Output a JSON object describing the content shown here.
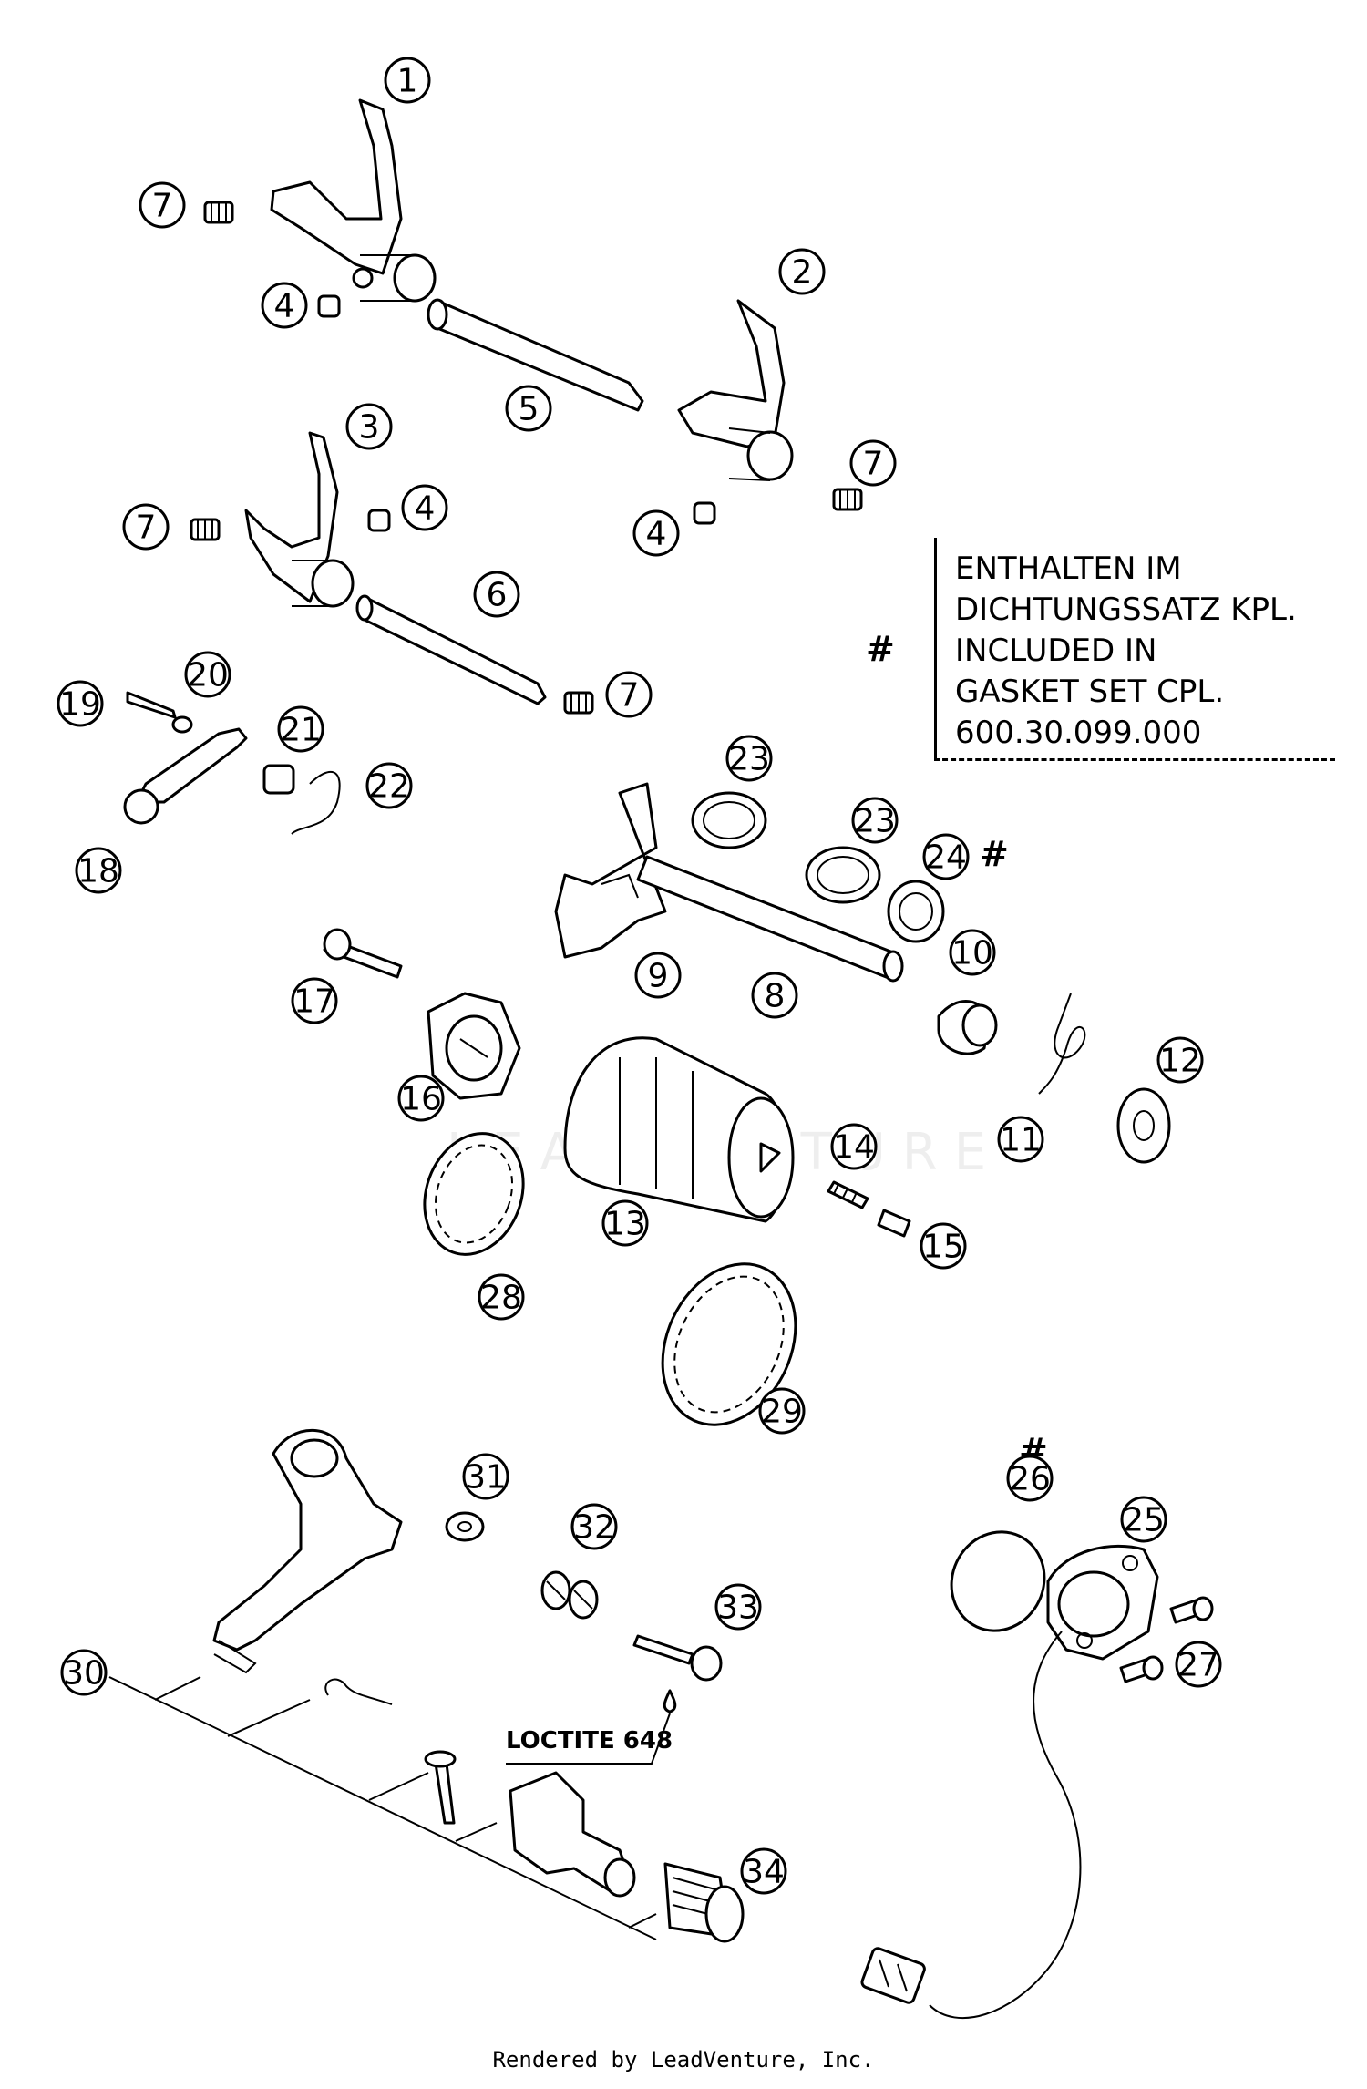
{
  "note": {
    "symbol": "#",
    "lines": [
      "ENTHALTEN IM",
      "DICHTUNGSSATZ KPL.",
      "INCLUDED IN",
      "GASKET SET CPL.",
      "600.30.099.000"
    ]
  },
  "hash_marks": [
    "#",
    "#",
    "#"
  ],
  "loctite_label": "LOCTITE 648",
  "watermark": "LEADVENTURE",
  "footer": "Rendered by LeadVenture, Inc.",
  "callouts": [
    {
      "id": "1",
      "label": "1"
    },
    {
      "id": "2",
      "label": "2"
    },
    {
      "id": "3",
      "label": "3"
    },
    {
      "id": "4a",
      "label": "4"
    },
    {
      "id": "4b",
      "label": "4"
    },
    {
      "id": "4c",
      "label": "4"
    },
    {
      "id": "5",
      "label": "5"
    },
    {
      "id": "6",
      "label": "6"
    },
    {
      "id": "7a",
      "label": "7"
    },
    {
      "id": "7b",
      "label": "7"
    },
    {
      "id": "7c",
      "label": "7"
    },
    {
      "id": "7d",
      "label": "7"
    },
    {
      "id": "8",
      "label": "8"
    },
    {
      "id": "9",
      "label": "9"
    },
    {
      "id": "10",
      "label": "10"
    },
    {
      "id": "11",
      "label": "11"
    },
    {
      "id": "12",
      "label": "12"
    },
    {
      "id": "13",
      "label": "13"
    },
    {
      "id": "14",
      "label": "14"
    },
    {
      "id": "15",
      "label": "15"
    },
    {
      "id": "16",
      "label": "16"
    },
    {
      "id": "17",
      "label": "17"
    },
    {
      "id": "18",
      "label": "18"
    },
    {
      "id": "19",
      "label": "19"
    },
    {
      "id": "20",
      "label": "20"
    },
    {
      "id": "21",
      "label": "21"
    },
    {
      "id": "22",
      "label": "22"
    },
    {
      "id": "23a",
      "label": "23"
    },
    {
      "id": "23b",
      "label": "23"
    },
    {
      "id": "24",
      "label": "24"
    },
    {
      "id": "25",
      "label": "25"
    },
    {
      "id": "26",
      "label": "26"
    },
    {
      "id": "27",
      "label": "27"
    },
    {
      "id": "28",
      "label": "28"
    },
    {
      "id": "29",
      "label": "29"
    },
    {
      "id": "30",
      "label": "30"
    },
    {
      "id": "31",
      "label": "31"
    },
    {
      "id": "32",
      "label": "32"
    },
    {
      "id": "33",
      "label": "33"
    },
    {
      "id": "34",
      "label": "34"
    }
  ]
}
